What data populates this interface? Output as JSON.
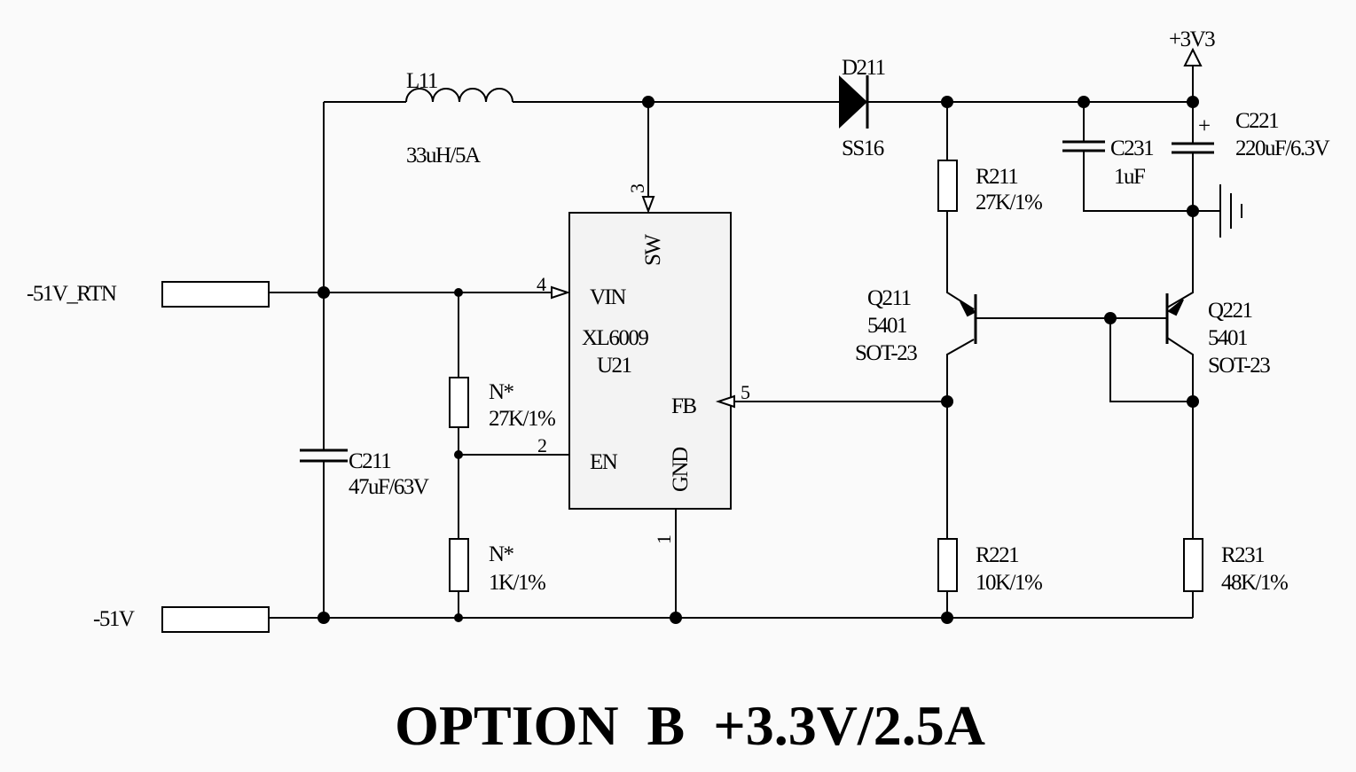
{
  "title": "OPTION  B  +3.3V/2.5A",
  "ports": {
    "rtn": "-51V_RTN",
    "neg": "-51V",
    "out": "+3V3"
  },
  "inductor": {
    "ref": "L11",
    "value": "33uH/5A"
  },
  "diode": {
    "ref": "D211",
    "value": "SS16"
  },
  "ic": {
    "part": "XL6009",
    "ref": "U21",
    "pins": {
      "sw": "SW",
      "vin": "VIN",
      "fb": "FB",
      "en": "EN",
      "gnd": "GND"
    },
    "pin_numbers": {
      "sw": "3",
      "vin": "4",
      "fb": "5",
      "en": "2",
      "gnd": "1"
    }
  },
  "capacitors": {
    "c211": {
      "ref": "C211",
      "value": "47uF/63V"
    },
    "c231": {
      "ref": "C231",
      "value": "1uF"
    },
    "c221": {
      "ref": "C221",
      "value": "220uF/6.3V",
      "polarity": "+"
    }
  },
  "resistors": {
    "r211": {
      "ref": "R211",
      "value": "27K/1%"
    },
    "r221": {
      "ref": "R221",
      "value": "10K/1%"
    },
    "r231": {
      "ref": "R231",
      "value": "48K/1%"
    },
    "en_top": {
      "ref": "N*",
      "value": "27K/1%"
    },
    "en_bot": {
      "ref": "N*",
      "value": "1K/1%"
    }
  },
  "transistors": {
    "q211": {
      "ref": "Q211",
      "value": "5401",
      "package": "SOT-23"
    },
    "q221": {
      "ref": "Q221",
      "value": "5401",
      "package": "SOT-23"
    }
  }
}
